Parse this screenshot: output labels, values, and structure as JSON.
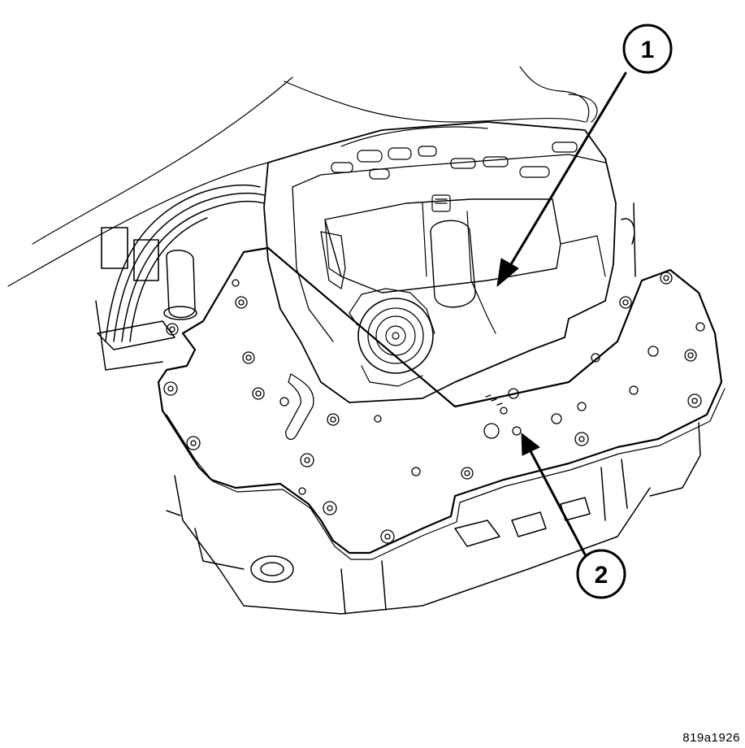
{
  "callouts": [
    {
      "label": "1"
    },
    {
      "label": "2"
    }
  ],
  "figure_id": "819a1926",
  "colors": {
    "line": "#000000",
    "background": "#ffffff"
  }
}
